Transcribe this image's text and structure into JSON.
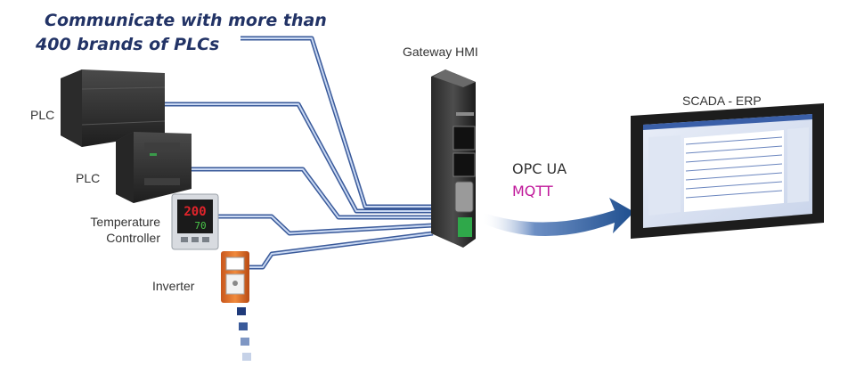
{
  "headline": {
    "line1_strong": "Communicate",
    "line1_rest": "with more than",
    "line2_number": "400",
    "line2_rest": "brands of PLCs"
  },
  "devices": {
    "plc_1": "PLC",
    "plc_2": "PLC",
    "temperature_controller_line1": "Temperature",
    "temperature_controller_line2": "Controller",
    "inverter": "Inverter"
  },
  "gateway": {
    "label": "Gateway HMI"
  },
  "protocols": {
    "opc_ua": "OPC UA",
    "mqtt": "MQTT",
    "opc_color": "#333333",
    "mqtt_color": "#c0189a"
  },
  "scada": {
    "label": "SCADA - ERP"
  },
  "temp_display": {
    "top": "200",
    "bottom": "70"
  },
  "colors": {
    "headline": "#223366",
    "cable_outer": "#3a5a9a",
    "cable_inner": "#c9d8f2",
    "arrow": "#1f4f8f"
  }
}
